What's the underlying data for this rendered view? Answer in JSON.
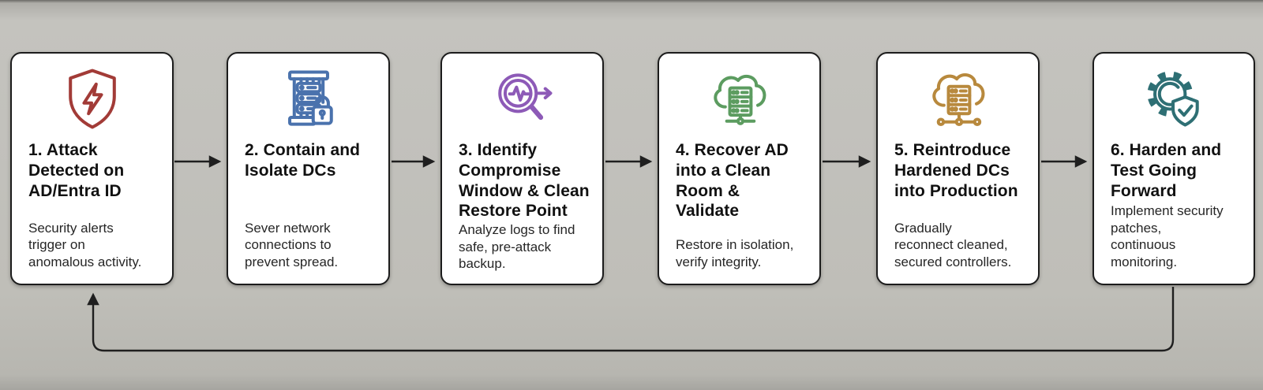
{
  "background_color": "#c0bfba",
  "connector_color": "#1f1f1f",
  "flow": {
    "direction": "left-to-right",
    "loop_back": {
      "from": "Step 6",
      "to": "Step 1"
    }
  },
  "steps": [
    {
      "icon": "shield-lightning-icon",
      "accent_color": "#a23b37",
      "title": "1. Attack\nDetected on\nAD/Entra ID",
      "description": "Security alerts\ntrigger on\nanomalous activity."
    },
    {
      "icon": "server-lock-icon",
      "accent_color": "#4a72ad",
      "title": "2. Contain and\nIsolate DCs",
      "description": "Sever network\nconnections to\nprevent spread."
    },
    {
      "icon": "magnifier-pulse-icon",
      "accent_color": "#8d5ab7",
      "title": "3. Identify\nCompromise\nWindow & Clean\nRestore Point",
      "description": "Analyze logs to find\nsafe, pre-attack\nbackup."
    },
    {
      "icon": "cloud-server-icon",
      "accent_color": "#5c9c60",
      "title": "4. Recover AD\ninto a Clean\nRoom &\nValidate",
      "description": "Restore in isolation,\nverify integrity."
    },
    {
      "icon": "cloud-network-icon",
      "accent_color": "#b8893d",
      "title": "5. Reintroduce\nHardened DCs\ninto Production",
      "description": "Gradually\nreconnect cleaned,\nsecured controllers."
    },
    {
      "icon": "gear-shield-check-icon",
      "accent_color": "#2e6f74",
      "title": "6. Harden and\nTest Going\nForward",
      "description": "Implement security\npatches,\ncontinuous\nmonitoring."
    }
  ]
}
